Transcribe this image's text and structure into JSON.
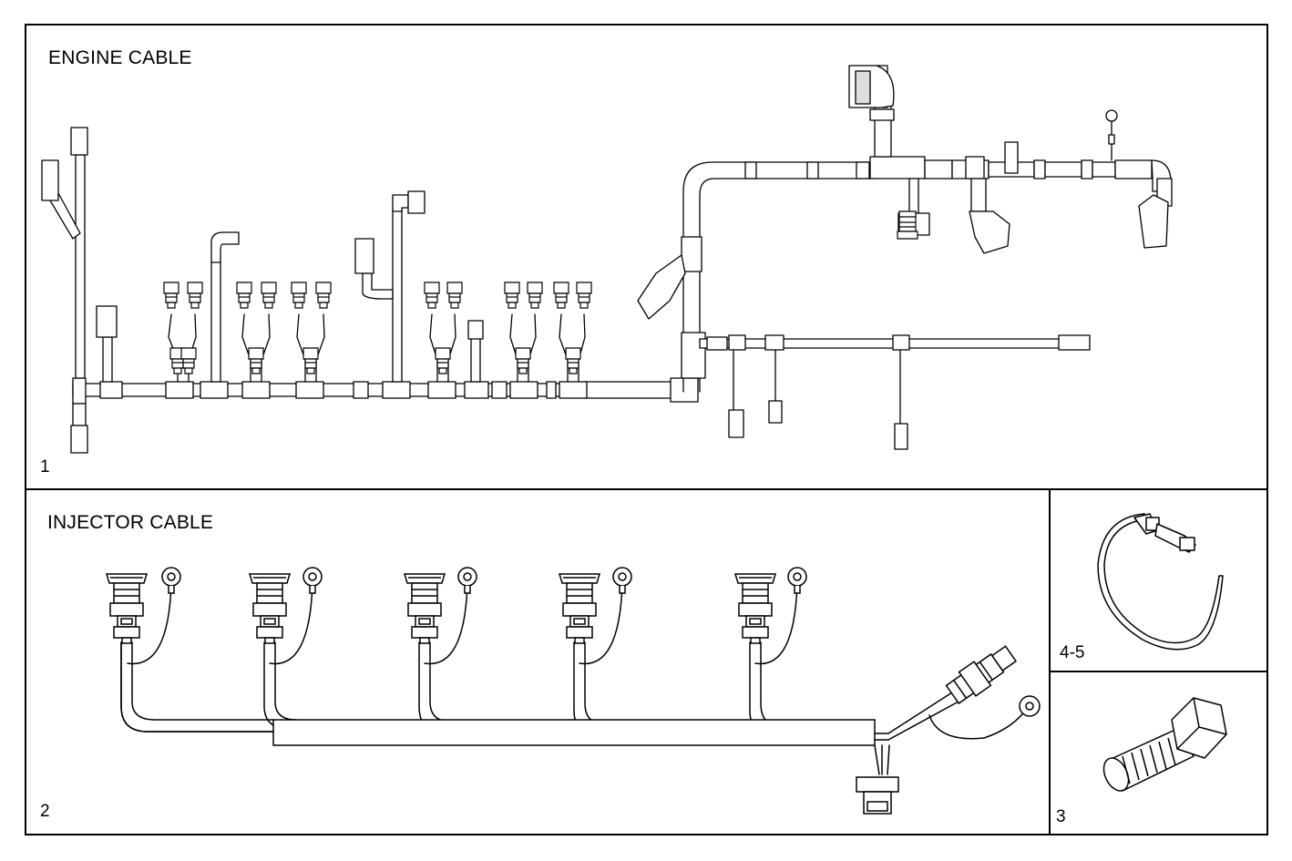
{
  "panels": {
    "engine": {
      "title": "ENGINE CABLE",
      "number": "1"
    },
    "injector": {
      "title": "INJECTOR CABLE",
      "number": "2"
    },
    "clamp": {
      "number": "4-5"
    },
    "bolt": {
      "number": "3"
    }
  },
  "colors": {
    "line": "#000000",
    "fill": "#ffffff",
    "shade": "#bbbbbb"
  }
}
